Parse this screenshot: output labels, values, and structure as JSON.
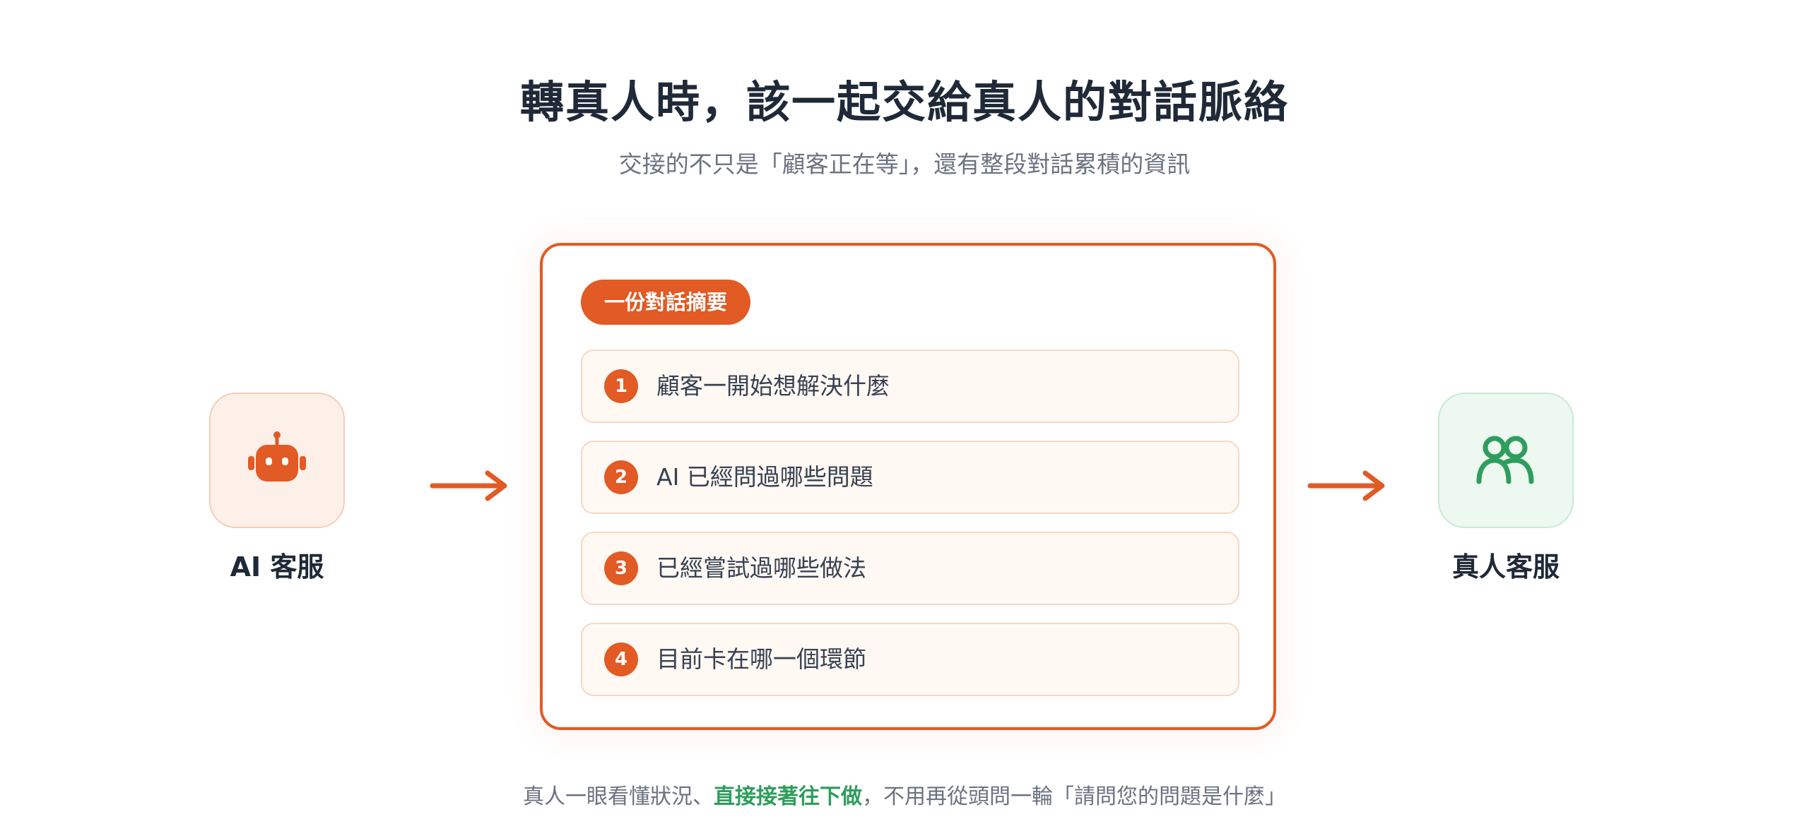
{
  "title": "轉真人時，該一起交給真人的對話脈絡",
  "subtitle": "交接的不只是「顧客正在等」，還有整段對話累積的資訊",
  "left_agent": {
    "label": "AI 客服",
    "icon": "robot-icon",
    "color": "#e25a24"
  },
  "right_agent": {
    "label": "真人客服",
    "icon": "people-icon",
    "color": "#2f9d5d"
  },
  "summary": {
    "badge": "一份對話摘要",
    "items": [
      {
        "num": "1",
        "text": "顧客一開始想解決什麼"
      },
      {
        "num": "2",
        "text": "AI 已經問過哪些問題"
      },
      {
        "num": "3",
        "text": "已經嘗試過哪些做法"
      },
      {
        "num": "4",
        "text": "目前卡在哪一個環節"
      }
    ]
  },
  "footer": {
    "before": "真人一眼看懂狀況、",
    "highlight": "直接接著往下做",
    "after": "，不用再從頭問一輪「請問您的問題是什麼」"
  },
  "colors": {
    "accent": "#e25a24",
    "green": "#2f9d5d",
    "text": "#1f2937",
    "muted": "#6b7280"
  }
}
